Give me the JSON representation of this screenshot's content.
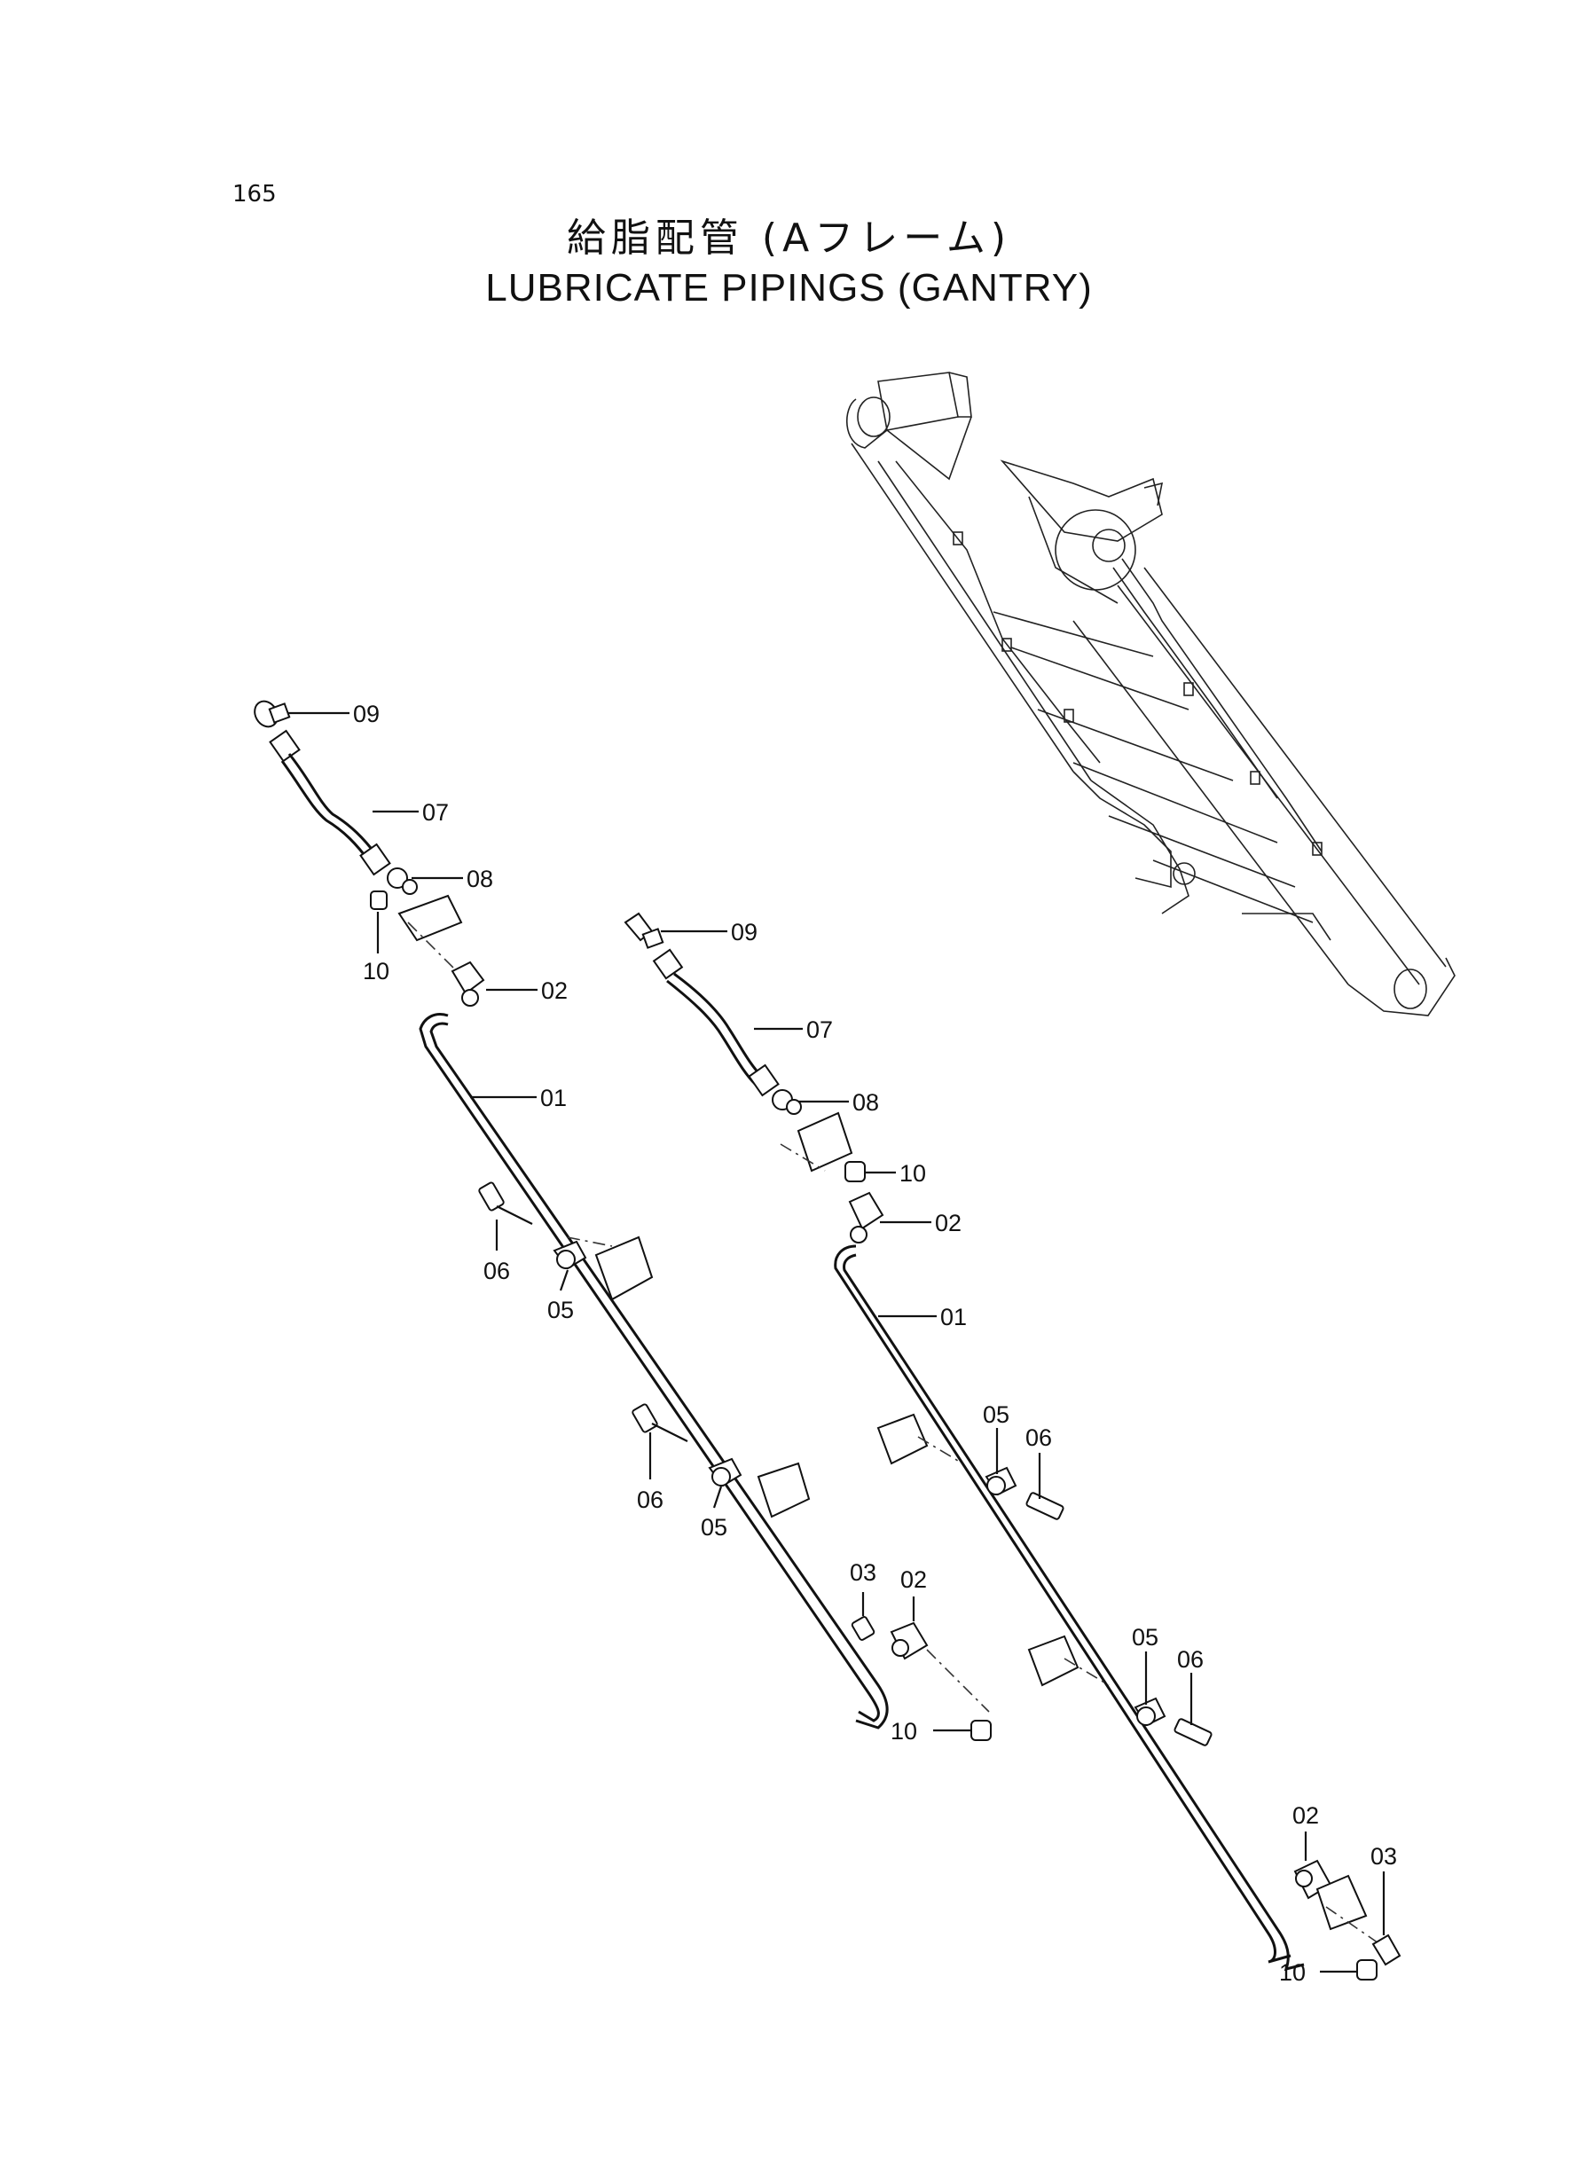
{
  "page_number": "165",
  "title_ja": "給脂配管 (Aフレーム)",
  "title_en": "LUBRICATE PIPINGS (GANTRY)",
  "callouts": {
    "c09": "09",
    "c07": "07",
    "c08": "08",
    "c10": "10",
    "c02": "02",
    "c01": "01",
    "c06": "06",
    "c05": "05",
    "c03": "03"
  }
}
